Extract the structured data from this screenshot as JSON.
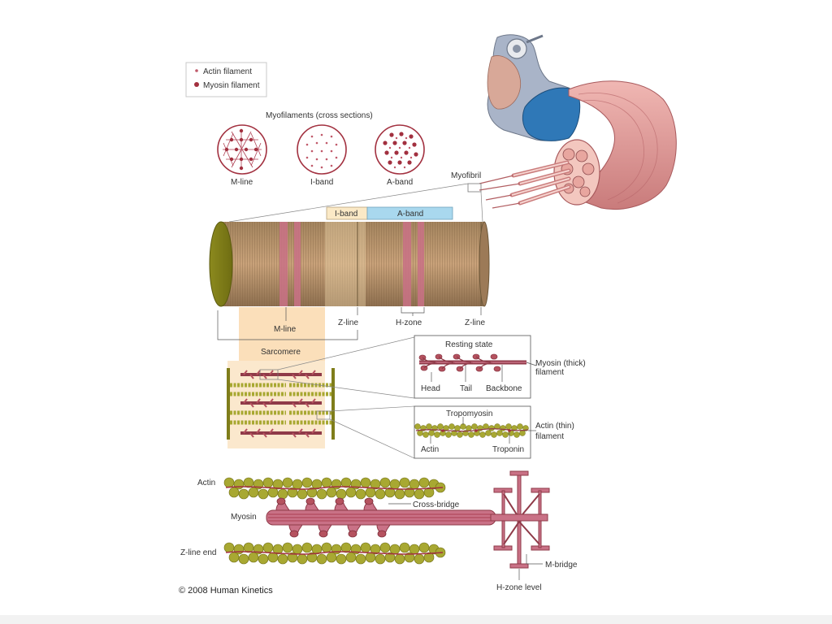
{
  "legend": {
    "actin": "Actin filament",
    "myosin": "Myosin filament"
  },
  "cross_sections": {
    "title": "Myofilaments (cross sections)",
    "items": [
      "M-line",
      "I-band",
      "A-band"
    ]
  },
  "muscle": {
    "myofibril": "Myofibril"
  },
  "bands": {
    "i_band": "I-band",
    "a_band": "A-band"
  },
  "myofibril_labels": {
    "m_line": "M-line",
    "z_line_1": "Z-line",
    "h_zone": "H-zone",
    "z_line_2": "Z-line",
    "sarcomere": "Sarcomere"
  },
  "resting": {
    "title": "Resting state",
    "head": "Head",
    "tail": "Tail",
    "backbone": "Backbone",
    "myosin_line1": "Myosin (thick)",
    "myosin_line2": "filament"
  },
  "tropo": {
    "title": "Tropomyosin",
    "actin": "Actin",
    "troponin": "Troponin",
    "actin_line1": "Actin (thin)",
    "actin_line2": "filament"
  },
  "bottom": {
    "actin": "Actin",
    "myosin": "Myosin",
    "zline_end": "Z-line end",
    "cross_bridge": "Cross-bridge",
    "m_bridge": "M-bridge",
    "h_zone_level": "H-zone level"
  },
  "copyright": "© 2008 Human Kinetics",
  "colors": {
    "actin_bead": "#a8a832",
    "myosin": "#b5525f",
    "muscle_pink": "#e29a9a",
    "band_i": "#fbe9c6",
    "band_a": "#a9d8ee",
    "sarcomere_bg": "#fbdcb2"
  }
}
